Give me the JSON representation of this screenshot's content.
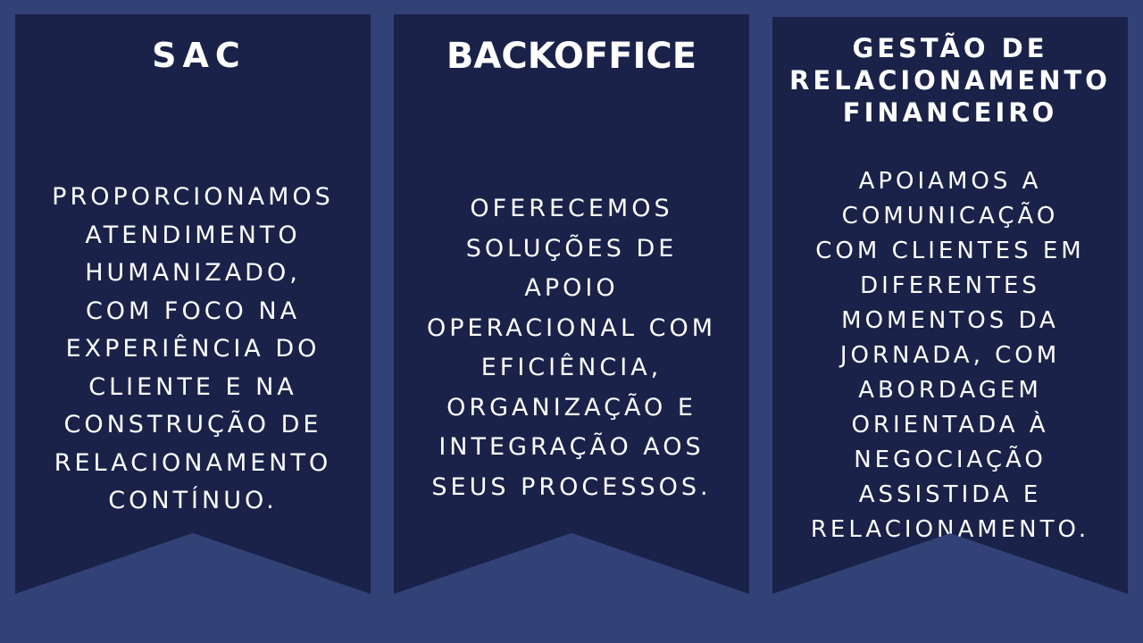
{
  "banners": [
    {
      "title": "SAC",
      "body": "PROPORCIONAMOS\nATENDIMENTO\nHUMANIZADO,\nCOM FOCO NA\nEXPERIÊNCIA DO\nCLIENTE E NA\nCONSTRUÇÃO DE\nRELACIONAMENTO\nCONTÍNUO."
    },
    {
      "title": "BACKOFFICE",
      "body": "OFERECEMOS\nSOLUÇÕES DE\nAPOIO\nOPERACIONAL COM\nEFICIÊNCIA,\nORGANIZAÇÃO E\nINTEGRAÇÃO AOS\nSEUS PROCESSOS."
    },
    {
      "title": "GESTÃO DE\nRELACIONAMENTO\nFINANCEIRO",
      "body": "APOIAMOS A\nCOMUNICAÇÃO\nCOM CLIENTES EM\nDIFERENTES\nMOMENTOS DA\nJORNADA, COM\nABORDAGEM\nORIENTADA À\nNEGOCIAÇÃO\nASSISTIDA E\nRELACIONAMENTO."
    }
  ],
  "colors": {
    "background": "#324277",
    "banner": "#1a2249",
    "text": "#ffffff"
  }
}
